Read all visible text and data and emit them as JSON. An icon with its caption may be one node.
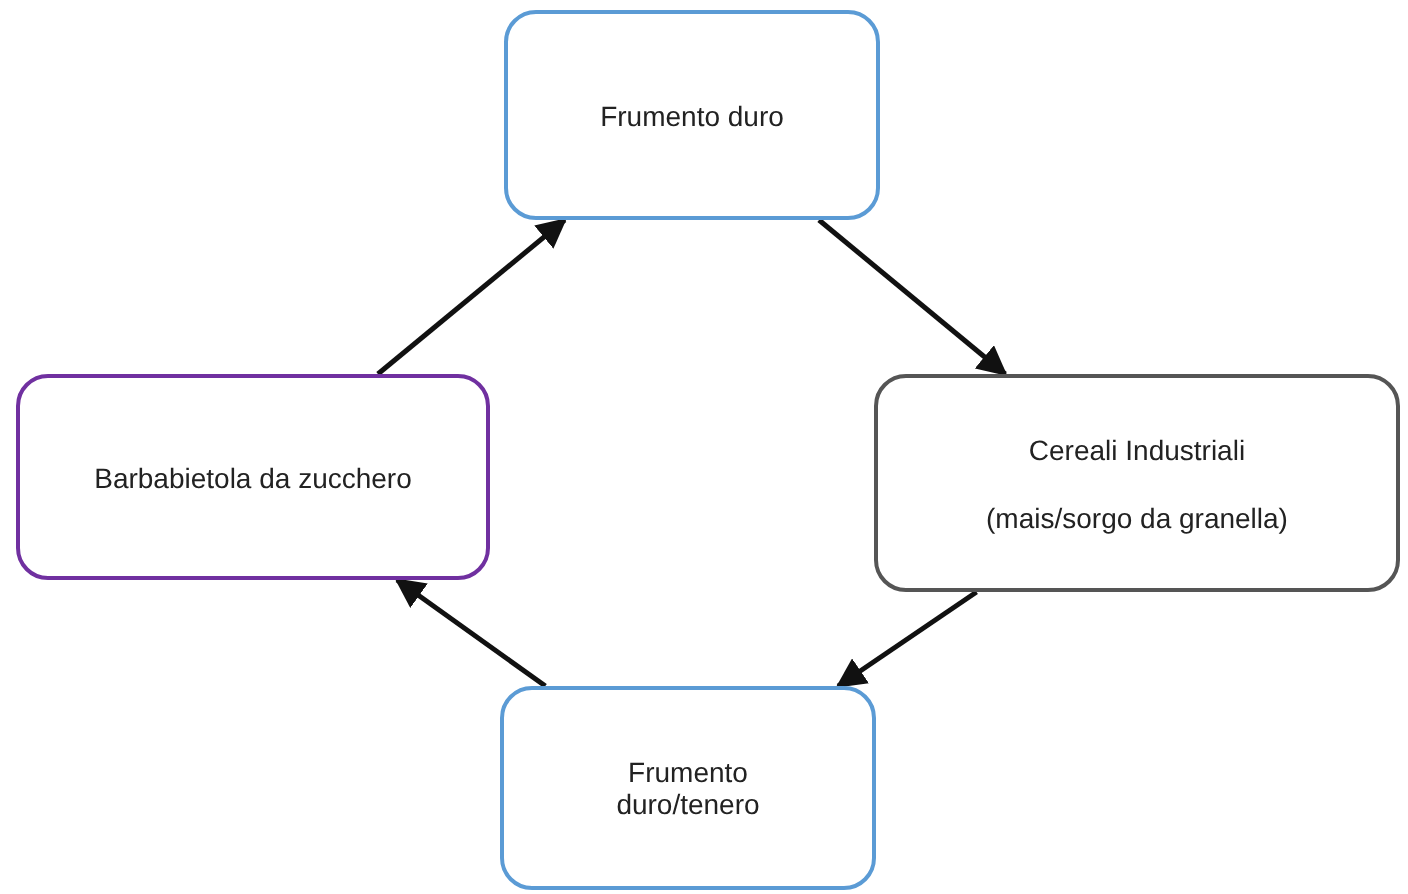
{
  "diagram": {
    "nodes": [
      {
        "text": [
          "Frumento duro"
        ]
      },
      {
        "text": [
          "Cereali Industriali",
          "(mais/sorgo da granella)"
        ]
      },
      {
        "text": [
          "Frumento duro/tenero"
        ]
      },
      {
        "text": [
          "Barbabietola da zucchero"
        ]
      }
    ],
    "edges": [
      {
        "from": 0,
        "to": 1,
        "arrow": "to"
      },
      {
        "from": 1,
        "to": 2,
        "arrow": "to"
      },
      {
        "from": 2,
        "to": 3,
        "arrow": "to"
      },
      {
        "from": 3,
        "to": 0,
        "arrow": "to"
      }
    ]
  }
}
